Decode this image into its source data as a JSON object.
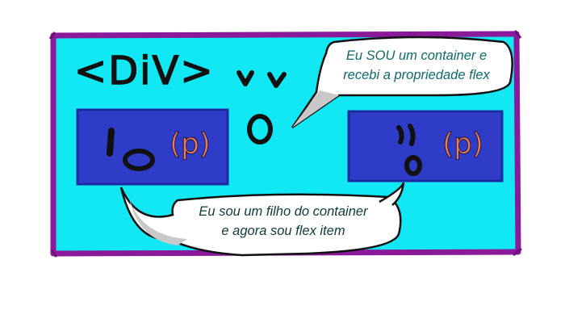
{
  "container": {
    "tag_label": "<DiV>",
    "speech": [
      "Eu SOU um container e",
      "recebi a propriedade flex"
    ]
  },
  "children": {
    "left_tag": "(p)",
    "right_tag": "(p)",
    "speech": [
      "Eu sou um filho do container",
      "e agora sou flex item"
    ]
  },
  "colors": {
    "frame_purple": "#8a1a9a",
    "container_cyan": "#12e8f4",
    "box_blue": "#2f3cc8",
    "tag_coral": "#f07a62",
    "speech_text": "#0d6a6a"
  }
}
